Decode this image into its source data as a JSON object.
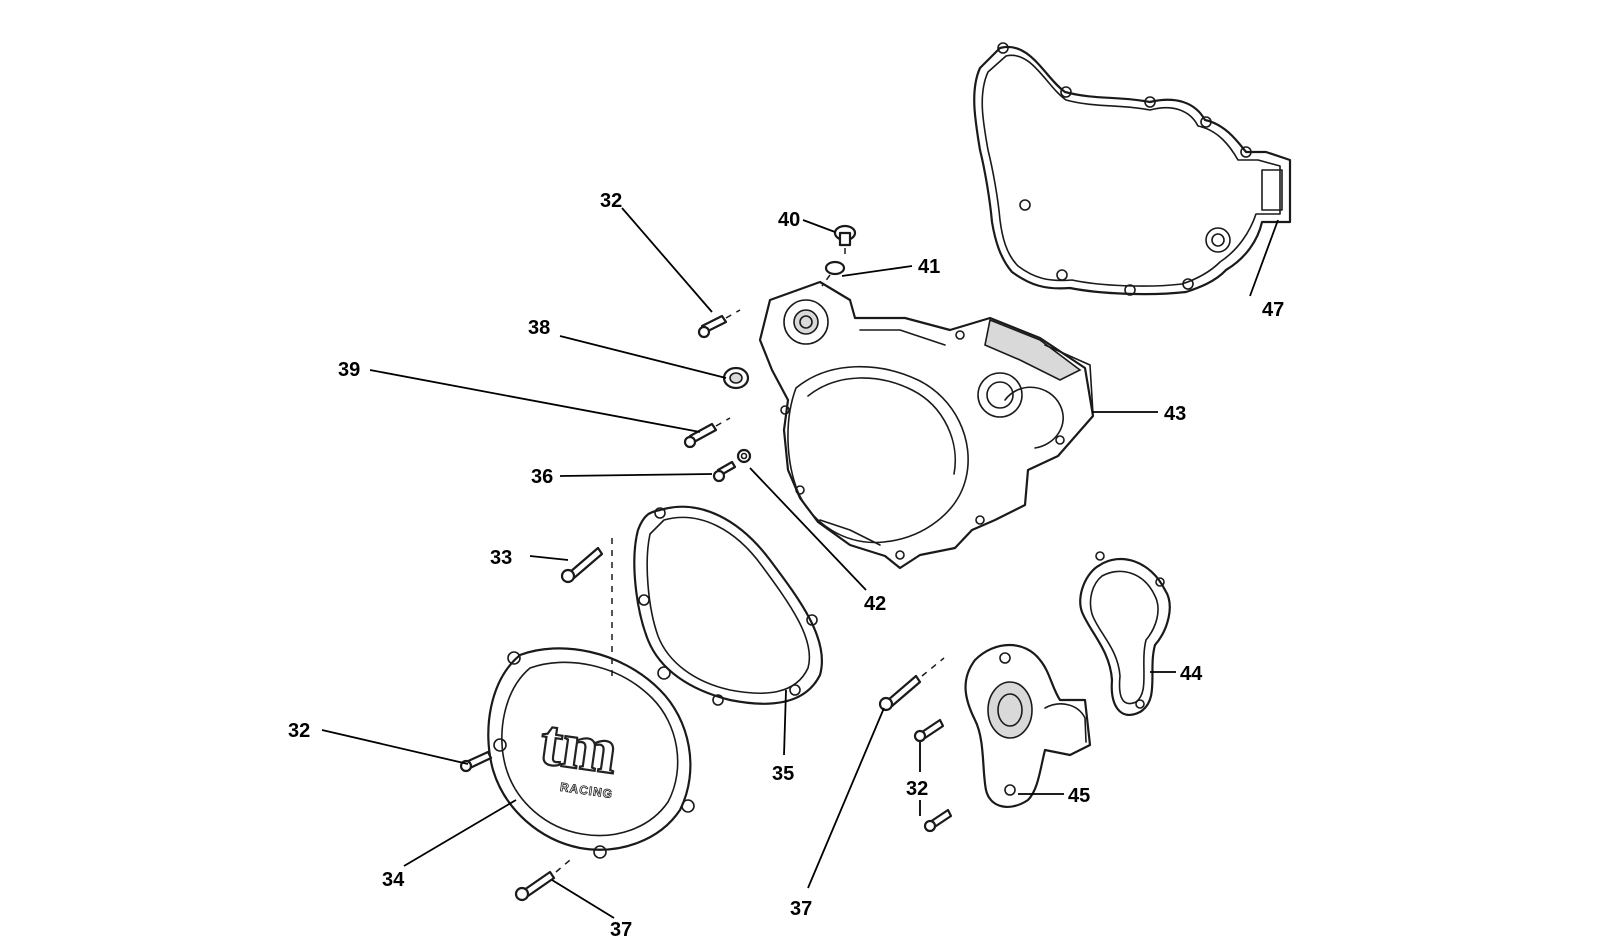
{
  "labels": {
    "p32_top": "32",
    "p40": "40",
    "p41": "41",
    "p38": "38",
    "p39": "39",
    "p36": "36",
    "p33": "33",
    "p42": "42",
    "p43": "43",
    "p47": "47",
    "p44": "44",
    "p35": "35",
    "p32_left": "32",
    "p34": "34",
    "p37_left": "37",
    "p37_mid": "37",
    "p32_right": "32",
    "p45": "45"
  },
  "logo": {
    "main": "tm",
    "sub": "RACING"
  }
}
